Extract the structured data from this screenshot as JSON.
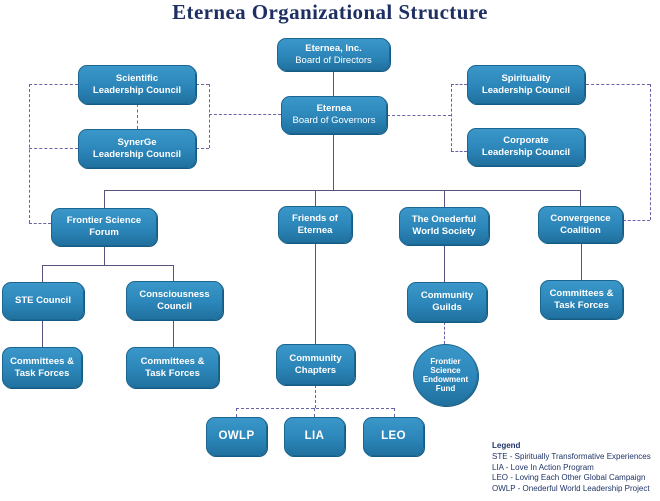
{
  "title": "Eternea Organizational Structure",
  "colors": {
    "box_fill": "#2c86b9",
    "box_border": "#1a6690",
    "solid_line": "#54547c",
    "dashed_line": "#6565a8",
    "title_text": "#1e2f63",
    "legend_text": "#203468"
  },
  "nodes": {
    "eternea_inc": {
      "line1": "Eternea, Inc.",
      "line2": "Board of Directors"
    },
    "board_of_governors": {
      "line1": "Eternea",
      "line2": "Board of Governors"
    },
    "scientific_lc": {
      "line1": "Scientific",
      "line2": "Leadership Council"
    },
    "synerge_lc": {
      "line1": "SynerGe",
      "line2": "Leadership Council"
    },
    "spirituality_lc": {
      "line1": "Spirituality",
      "line2": "Leadership Council"
    },
    "corporate_lc": {
      "line1": "Corporate",
      "line2": "Leadership Council"
    },
    "frontier_science_forum": {
      "line1": "Frontier Science",
      "line2": "Forum"
    },
    "friends_of_eternea": {
      "line1": "Friends of",
      "line2": "Eternea"
    },
    "onederful_world_society": {
      "line1": "The Onederful",
      "line2": "World Society"
    },
    "convergence_coalition": {
      "line1": "Convergence",
      "line2": "Coalition"
    },
    "ste_council": {
      "line1": "STE Council"
    },
    "consciousness_council": {
      "line1": "Consciousness",
      "line2": "Council"
    },
    "community_guilds": {
      "line1": "Community",
      "line2": "Guilds"
    },
    "committees_tf_convergence": {
      "line1": "Committees &",
      "line2": "Task Forces"
    },
    "committees_tf_ste": {
      "line1": "Committees &",
      "line2": "Task Forces"
    },
    "committees_tf_consciousness": {
      "line1": "Committees &",
      "line2": "Task Forces"
    },
    "community_chapters": {
      "line1": "Community",
      "line2": "Chapters"
    },
    "endowment_fund": {
      "line1": "Frontier",
      "line2": "Science",
      "line3": "Endowment",
      "line4": "Fund"
    },
    "owlp": {
      "line1": "OWLP"
    },
    "lia": {
      "line1": "LIA"
    },
    "leo": {
      "line1": "LEO"
    }
  },
  "legend": {
    "heading": "Legend",
    "items": [
      "STE - Spiritually Transformative Experiences",
      "LIA - Love In Action Program",
      "LEO - Loving Each Other Global Campaign",
      "OWLP - Onederful World Leadership Project"
    ]
  }
}
